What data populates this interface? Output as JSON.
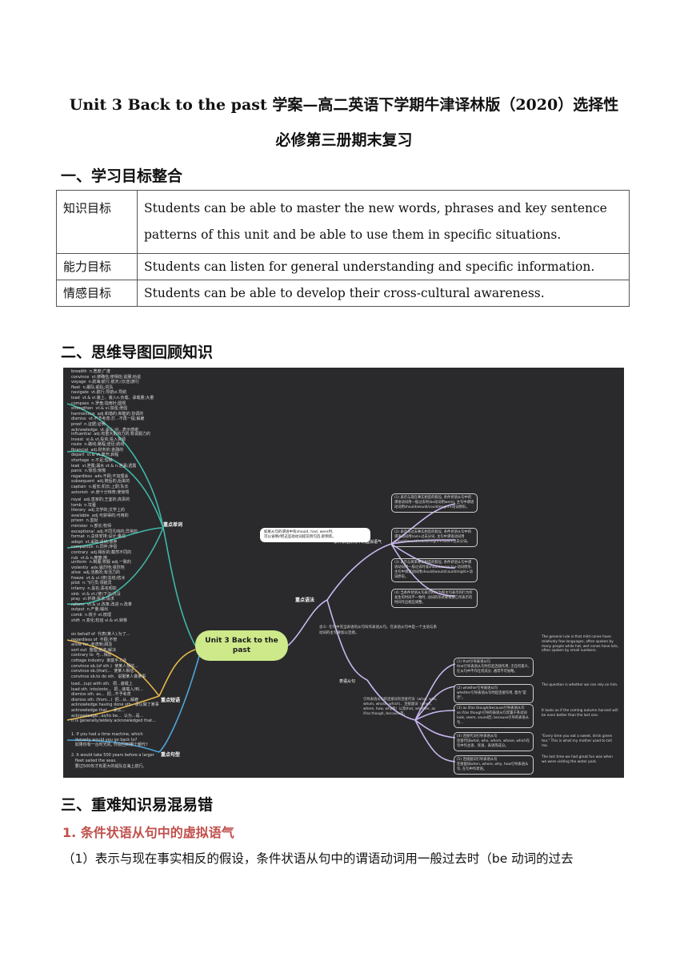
{
  "title_line1": "Unit 3 Back to the past  学案—高二英语下学期牛津译林版（2020）选择性",
  "title_line2": "必修第三册期末复习",
  "section1": "一、学习目标整合",
  "goals": [
    {
      "label": "知识目标",
      "text": "Students can be able to master the new words, phrases and key sentence patterns of this unit and be able to use them in specific situations."
    },
    {
      "label": "能力目标",
      "text": "Students can listen for general understanding and specific information."
    },
    {
      "label": "情感目标",
      "text": "Students can be able to develop their cross-cultural awareness."
    }
  ],
  "section2": "二、思维导图回顾知识",
  "mindmap": {
    "center": "Unit 3 Back to the past",
    "branches": {
      "words": "重点单词",
      "phrases": "重点短语",
      "sentences": "重点句型",
      "grammar": "重点语法"
    },
    "words_group1": "breadth  n.宽度;广度\nconvince  vt.使确信;使相信;说服;劝说\nvoyage  n.航海;航行;航天;(长途)旅行\nfleet  n.舰队;船队;机队\nnavigate  vt.航行;导航vi.导航\nload  vt.& vi.装上、装入n.负载、承载量;大量\ncompass  n.罗盘;指南针;圆规\nstrengthen  vt.& vi.加强;增强\nharmonious  adj.和谐的;和睦的;协调的\ndismiss  vt.不予考虑;打...不再一提;解雇\nproof  n.证据;证明\nacknowledge  vt.承认;对...表示感谢",
    "words_group2": "influential  adj.有重大影响力的;有说服力的\ninvest  vi.& vt.投资;投入资源\nroute  n.路线;路程;途径;航线\nfinancial  adj.财务的;金融的\ndepart  vi.& vt.离开;启程\nshortage  n.不足;短缺\nleak  vi.泄露;漏水 vt.& n.泄漏;透露\npanic  n.惊恐;惊慌\nregardless  adv.不顾;不加理会\nsubsequent  adj.随后的;后来的\ncaptain  n.船长;机长;上尉;队长\nastonish  vt.使十分惊奇;使惊愕",
    "words_group3": "royal  adj.皇家的;王室的;高贵的\ntomb  n.坟墓\nliterary  adj.文学的;文学上的\navailable  adj.可获得的;可用的\nprison  n.监狱\nminister  n.部长;牧师\nexceptional  adj.不同凡响的;异常的\nformat  n.总体安排;设计;格式\nadopt  vt.采取;采纳;收养\ncompanion  n.同伴;伴侣\ncontrary  adj.相反的;截然不同的\nrub  vt.& n.摩擦;擦",
    "words_group4": "uniform  n.制服;校服 adj.一致的\nviolently  adv.猛烈地;强烈地\nalive  adj.活着的;有活力的\nfreeze  vt.& vi.(使)冻结;结冰\npilot  n.飞行员;领航员\ninfamy  n.臭名;恶名昭彰\nsink  vi.& vt.(使)下沉;沉没\npray  vi.祈祷;祈求;请求\nreform  vt.& vi.改革;改进 n.改革\noutput  n.产量;输出\ncomb  n.梳子 vt.梳理\nshift  n.变化;轮班 vi.& vt.转移",
    "phrases_group": "on behalf of  代表(某人);为了...\nregardless of  不顾;不管\nallow for  考虑到;顾及\nsort out  整理;挑选;解决\ncontrary to  与...相反\ncottage industry  家庭手工业\nconvince sb.(of sth.)  使某人相信...\nconvince sb.(that)...  使某人相信...\nconvince sb.to do sth.  说服某人做某事",
    "phrases_group2": "load...(up) with sth.  把...装载上\nload sth. into/onto...  把...装载入/到...\ndismiss sth. as...  把...不予考虑\ndismiss sth. (from...)  把...从...解雇\nacknowledge having done sth.  承认做了某事\nacknowledge that...  承认...\nacknowledge...as/to be...  认为...是...\nIt is generally/widely acknowledged that...",
    "sentences_group": "1. If you had a time machine, which\n   dynasty would you go back to?\n   如果你有一台时光机, 你会回到哪个朝代?\n\n2. It would take 500 years before a larger\n   fleet sailed the seas.\n   要过500年才有更大的船队在海上航行。",
    "grammar_node": "条件状语从句中的虚拟语气",
    "grammar_box": "如果从句的谓语中有should, had, were时,\n可以省略if把这些助动词提前到句首,即倒装。",
    "grammar_items": [
      "(1) 表示与现在事实相反的假设, 条件状语从句中的谓语动词用一般过去时(be动词用were), 主句中谓语动词用should/would/could/might+动词原形。",
      "(2) 表示与过去事实相反的假设, 条件状语从句中的谓语动词用had+过去分词, 主句中谓语动词用should/would/could/might+have+过去分词。",
      "(3) 表示与将来事实相反的假设, 条件状语从句中谓语动词用一般过去时或should/were to+动词原形, 主句中谓语动词用should/would/could/might+动词原形。",
      "(4) 当条件状语从句表示的行为和主句表示的行为所发生的时间不一致时, 动词的形式要根据它所表示的时间作出相应调整。"
    ],
    "grammar_intro": "含义: 在句中充当表语的从句叫作表语从句。在表语从句中是一个主语与系动词的主句要加以连接。",
    "grammar_node2": "表语从句",
    "grammar_node3": "引导表语从句的连接词有连接代词（what, who, whom, whose, which）、连接副词（when, where, how, why等）以及that, whether, as if/as though, because等。",
    "grammar_items2": [
      "(1) that引导表语从句\nthat引导表语从句时仅起连接作用, 无任何意义, 在从句中不作任何成分, 通常不可省略。",
      "(2) whether引导表语从句\nwhether引导表语从句时起连接作用, 意为\"是否\"。",
      "(3) as if/as though/because引导表语从句\nas if/as though引导的表语从句常置于系动词look, seem, sound后; because引导的表语从句...",
      "(4) 连接代词引导表语从句\n连接代词what, who, whom, whose, which在句中作主语、宾语、表语等成分。",
      "(5) 连接副词引导表语从句\n连接副词when, where, why, how引导表语从句, 在句中作状语。"
    ],
    "grammar_examples": [
      "The general rule is that mild cones have relatively few languages, often spoken by many people while hot, wet cones have lots, often spoken by small numbers.",
      "The question is whether we can rely on him.",
      "It looks as if the coming autumn harvest will be even better than the last one.",
      "\"Every time you eat a sweet, drink green tea.\" This is what my mother used to tell me.",
      "The last time we had great fun was when we were visiting the water park."
    ]
  },
  "section3": "三、重难知识易混易错",
  "subheading": "1. 条件状语从句中的虚拟语气",
  "paragraph": "（1）表示与现在事实相反的假设，条件状语从句中的谓语动词用一般过去时（be 动词的过去"
}
